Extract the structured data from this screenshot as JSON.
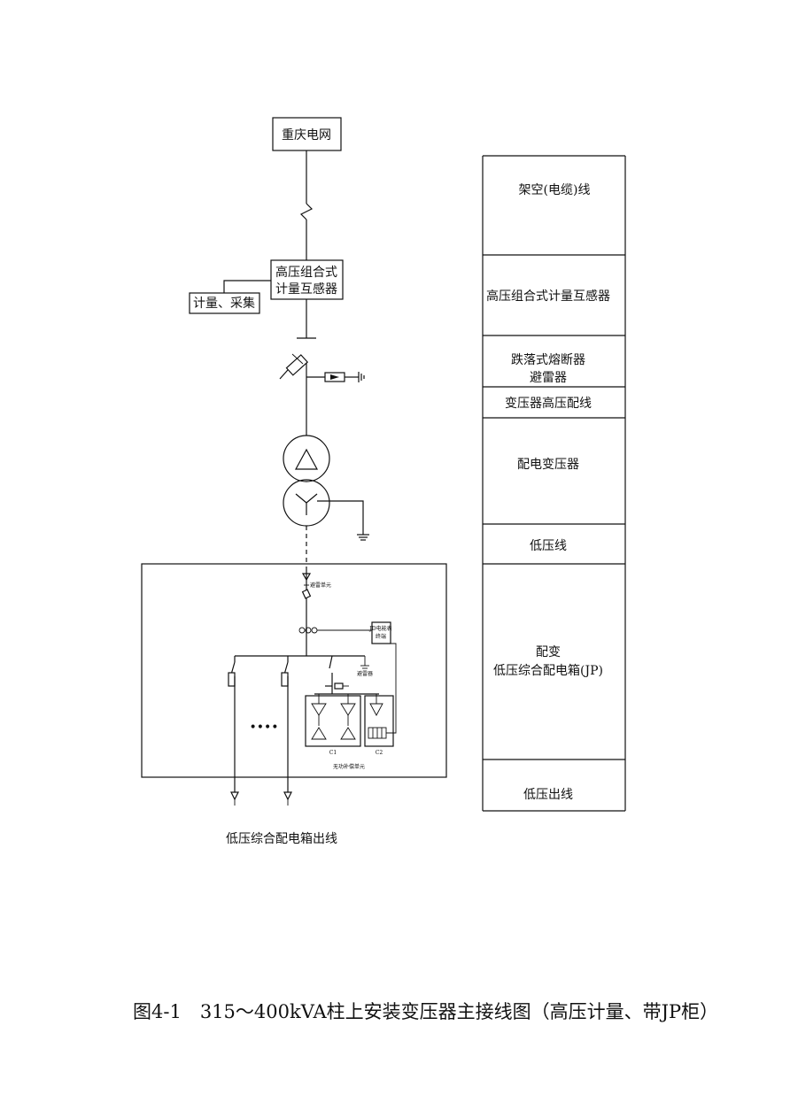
{
  "diagram": {
    "grid_source": "重庆电网",
    "hv_transformer_line1": "高压组合式",
    "hv_transformer_line2": "计量互感器",
    "metering": "计量、采集",
    "surge_unit": "避雷单元",
    "monitor_line1": "JD电能表",
    "monitor_line2": "终端",
    "arrester_small": "避雷器",
    "dots": "••••",
    "c1": "C1",
    "c2": "C2",
    "comp_unit": "无功补偿单元",
    "outgoing": "低压综合配电箱出线"
  },
  "legend": {
    "rows": [
      {
        "line1": "架空(电缆)线",
        "line2": ""
      },
      {
        "line1": "高压组合式计量互感器",
        "line2": ""
      },
      {
        "line1": "跌落式熔断器",
        "line2": "避雷器"
      },
      {
        "line1": "变压器高压配线",
        "line2": ""
      },
      {
        "line1": "配电变压器",
        "line2": ""
      },
      {
        "line1": "低压线",
        "line2": ""
      },
      {
        "line1": "配变",
        "line2": "低压综合配电箱(JP)"
      },
      {
        "line1": "低压出线",
        "line2": ""
      }
    ]
  },
  "caption": "图4-1　315～400kVA柱上安装变压器主接线图（高压计量、带JP柜）"
}
